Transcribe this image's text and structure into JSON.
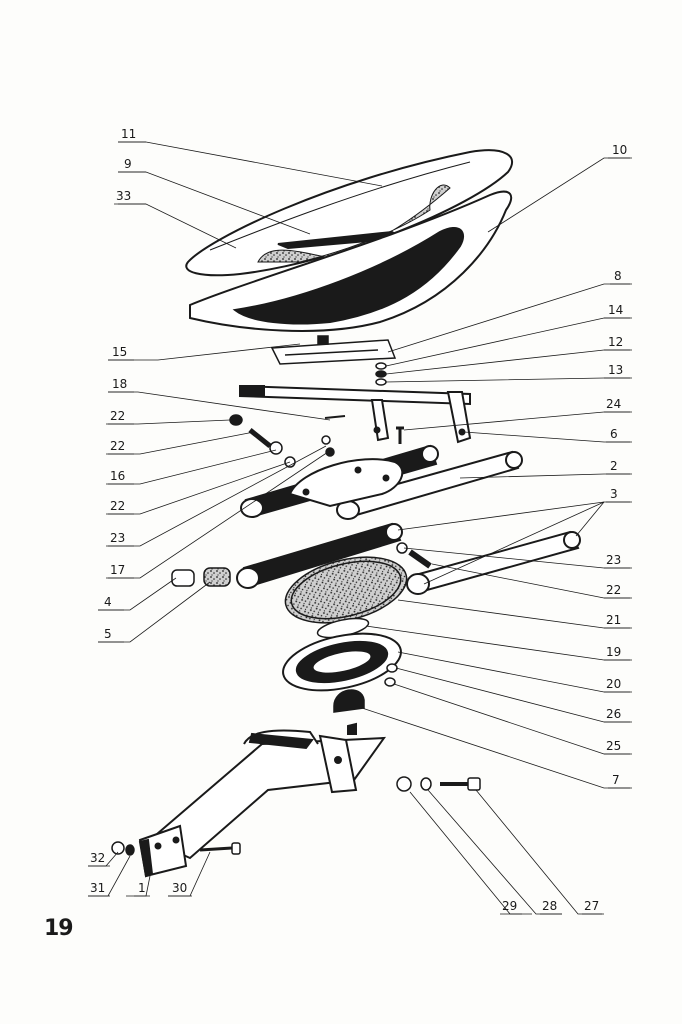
{
  "page_number": "19",
  "colors": {
    "ink": "#1a1a1a",
    "paper": "#fdfdfb"
  },
  "callouts": {
    "c1": "1",
    "c2": "2",
    "c3": "3",
    "c4": "4",
    "c5": "5",
    "c6": "6",
    "c7": "7",
    "c8": "8",
    "c9": "9",
    "c10": "10",
    "c11": "11",
    "c12": "12",
    "c13": "13",
    "c14": "14",
    "c15": "15",
    "c16": "16",
    "c17": "17",
    "c18": "18",
    "c19": "19",
    "c20": "20",
    "c21": "21",
    "c22": "22",
    "c23": "23",
    "c24": "24",
    "c25": "25",
    "c26": "26",
    "c27": "27",
    "c28": "28",
    "c29": "29",
    "c30": "30",
    "c31": "31",
    "c32": "32",
    "c33": "33"
  }
}
